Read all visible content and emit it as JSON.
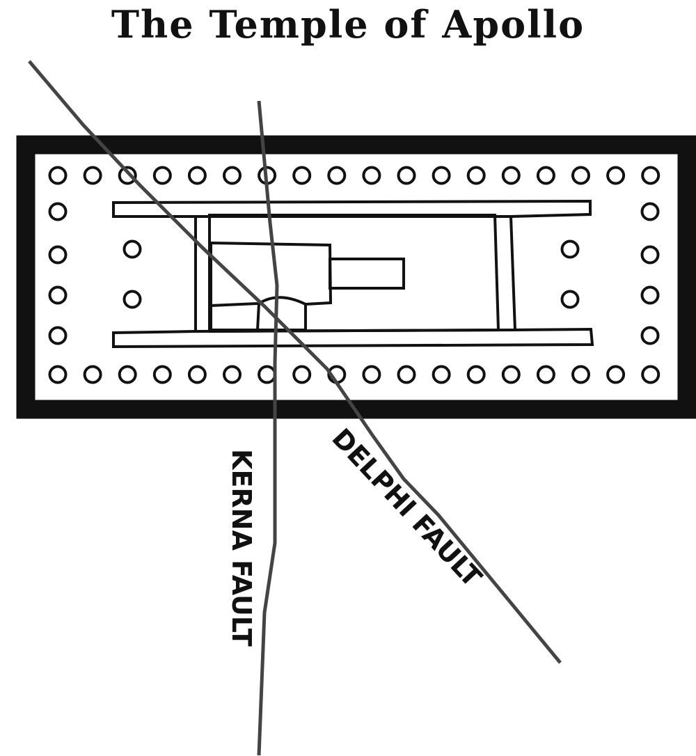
{
  "title": "The Temple of Apollo",
  "faults": [
    {
      "label": "KERNA FAULT"
    },
    {
      "label": "DELPHI FAULT"
    }
  ],
  "colors": {
    "wall": "#111111",
    "fault_line": "#444444",
    "background": "#ffffff"
  }
}
